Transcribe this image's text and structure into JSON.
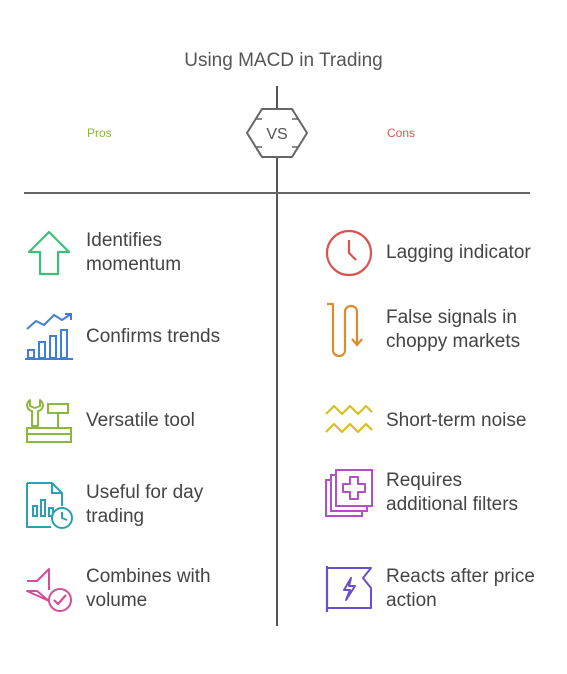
{
  "title": "Using MACD in Trading",
  "vs_label": "VS",
  "pros": {
    "label": "Pros",
    "color": "#8bb83a",
    "items": [
      {
        "text": "Identifies momentum",
        "icon": "arrow-up-icon",
        "color": "#3dbf7a"
      },
      {
        "text": "Confirms trends",
        "icon": "trend-chart-icon",
        "color": "#3f7fd8"
      },
      {
        "text": "Versatile tool",
        "icon": "toolbox-icon",
        "color": "#8bb83a"
      },
      {
        "text": "Useful for day trading",
        "icon": "daily-chart-clock-icon",
        "color": "#2b9fb3"
      },
      {
        "text": "Combines with volume",
        "icon": "volume-check-icon",
        "color": "#d64c9a"
      }
    ]
  },
  "cons": {
    "label": "Cons",
    "color": "#d9534f",
    "items": [
      {
        "text": "Lagging indicator",
        "icon": "clock-icon",
        "color": "#d9534f"
      },
      {
        "text": "False signals in choppy markets",
        "icon": "zigzag-arrow-icon",
        "color": "#e08a2e"
      },
      {
        "text": "Short-term noise",
        "icon": "wave-lines-icon",
        "color": "#d4c020"
      },
      {
        "text": "Requires additional filters",
        "icon": "stacked-plus-icon",
        "color": "#b04fc6"
      },
      {
        "text": "Reacts after price action",
        "icon": "flag-bolt-icon",
        "color": "#6b4fc6"
      }
    ]
  }
}
